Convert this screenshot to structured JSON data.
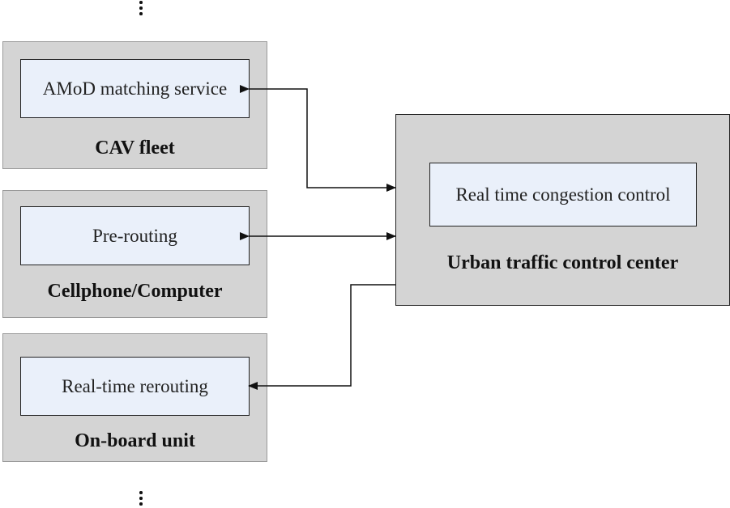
{
  "left_groups": [
    {
      "service": "AMoD matching service",
      "caption": "CAV fleet"
    },
    {
      "service": "Pre-routing",
      "caption": "Cellphone/Computer"
    },
    {
      "service": "Real-time rerouting",
      "caption": "On-board unit"
    }
  ],
  "center": {
    "service": "Real time congestion control",
    "caption": "Urban traffic control center"
  },
  "colors": {
    "outer_fill": "#d4d4d4",
    "inner_fill": "#eaf0fa",
    "line": "#111111"
  }
}
